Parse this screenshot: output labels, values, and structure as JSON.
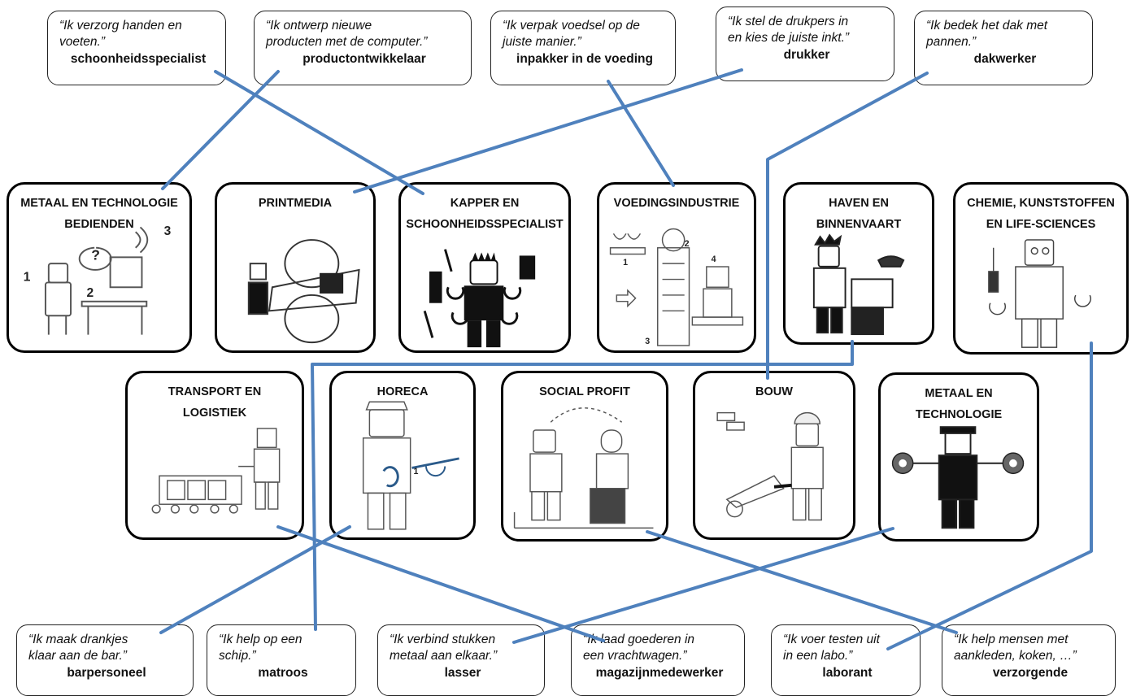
{
  "top_quotes": [
    {
      "quote": "“Ik verzorg handen en\nvoeten.”",
      "job": "schoonheidsspecialist"
    },
    {
      "quote": "“Ik ontwerp nieuwe\nproducten met de computer.”",
      "job": "productontwikkelaar"
    },
    {
      "quote": "“Ik verpak voedsel op de\njuiste manier.”",
      "job": "inpakker in de voeding"
    },
    {
      "quote": "“Ik stel de drukpers in\nen kies de juiste inkt.”",
      "job": "drukker"
    },
    {
      "quote": "“Ik bedek het dak met\npannen.”",
      "job": "dakwerker"
    }
  ],
  "bottom_quotes": [
    {
      "quote": "“Ik maak drankjes\nklaar aan de bar.”",
      "job": "barpersoneel"
    },
    {
      "quote": "“Ik help op een\nschip.”",
      "job": "matroos"
    },
    {
      "quote": "“Ik verbind stukken\nmetaal aan elkaar.”",
      "job": "lasser"
    },
    {
      "quote": "“Ik laad goederen in\neen vrachtwagen.”",
      "job": "magazijnmedewerker"
    },
    {
      "quote": "“Ik voer testen uit\nin een labo.”",
      "job": "laborant"
    },
    {
      "quote": "“Ik help mensen met\naankleden, koken, …”",
      "job": "verzorgende"
    }
  ],
  "sectors_row1": [
    {
      "title": "METAAL EN TECHNOLOGIE\nBEDIENDEN",
      "labels": [
        "1",
        "2",
        "3"
      ]
    },
    {
      "title": "PRINTMEDIA"
    },
    {
      "title": "KAPPER EN\nSCHOONHEIDSSPECIALIST"
    },
    {
      "title": "VOEDINGSINDUSTRIE",
      "labels": [
        "1",
        "2",
        "3",
        "4"
      ]
    },
    {
      "title": "HAVEN EN\nBINNENVAART"
    },
    {
      "title": "CHEMIE, KUNSTSTOFFEN\nEN LIFE-SCIENCES"
    }
  ],
  "sectors_row2": [
    {
      "title": "TRANSPORT EN\nLOGISTIEK"
    },
    {
      "title": "HORECA",
      "labels": [
        "1"
      ]
    },
    {
      "title": "SOCIAL PROFIT"
    },
    {
      "title": "BOUW"
    },
    {
      "title": "METAAL EN\nTECHNOLOGIE"
    }
  ],
  "colors": {
    "connector": "#4f81bd",
    "card_border": "#000000",
    "illustration": "#555555"
  }
}
